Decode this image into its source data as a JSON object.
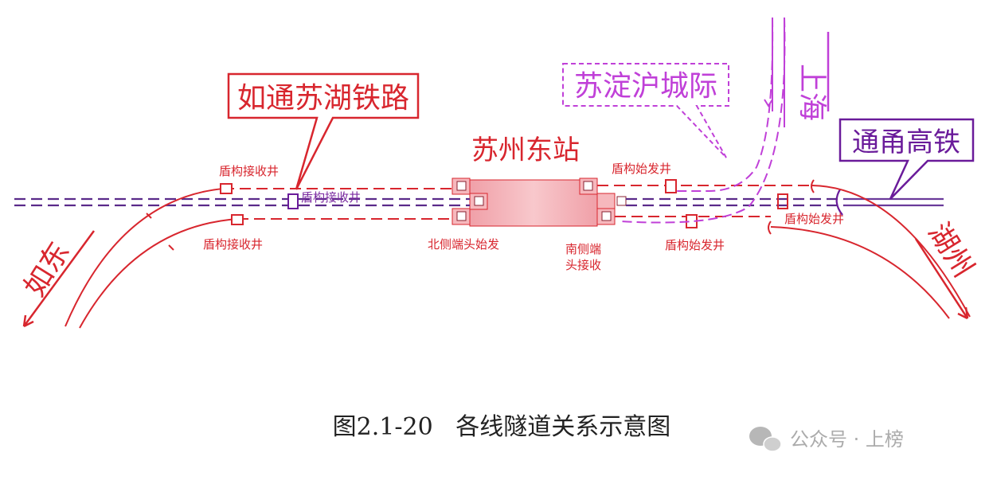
{
  "diagram": {
    "station": "苏州东站",
    "lines": {
      "rutong_suhu": "如通苏湖铁路",
      "sudianhu": "苏淀沪城际",
      "tongyong": "通甬高铁"
    },
    "directions": {
      "rudong": "如东",
      "huzhou": "湖州",
      "shanghai": "上海"
    },
    "labels": {
      "receive_well_top": "盾构接收井",
      "receive_well_bottom": "盾构接收井",
      "receive_well_purple": "盾构接收井",
      "north_start": "北侧端头始发",
      "south_receive_1": "南侧端",
      "south_receive_2": "头接收",
      "start_well_top": "盾构始发井",
      "start_well_bottom": "盾构始发井",
      "start_well_right": "盾构始发井"
    },
    "colors": {
      "red": "#d8262e",
      "purple": "#6a1b9a",
      "magenta": "#c040d8"
    }
  },
  "caption": "图2.1-20   各线隧道关系示意图",
  "watermark": "公众号 · 上榜"
}
